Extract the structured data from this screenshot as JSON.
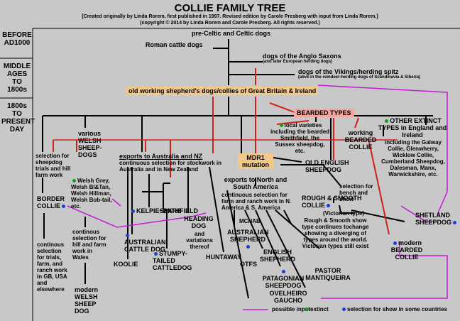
{
  "header": {
    "title": "COLLIE FAMILY TREE",
    "credit_line1": "[Created originally by Linda Rorem, first published in 1997. Revised edition by Carole Presberg with input from Linda Rorem.]",
    "credit_line2": "(copyright © 2014 by Linda Rorem and Carole Presberg. All rights reserved.)"
  },
  "eras": {
    "before": "BEFORE AD1000",
    "middle": "MIDDLE AGES TO 1800s",
    "modern": "1800s TO PRESENT DAY"
  },
  "nodes": {
    "pre_celtic": "pre-Celtic and Celtic dogs",
    "roman": "Roman cattle dogs",
    "anglo_saxon": "dogs of the Anglo Saxons",
    "anglo_saxon_sub": "(and later European herding dogs)",
    "vikings": "dogs of the Vikings/herding spitz",
    "vikings_sub": "(alive in the reindeer-herding dogs of Scandinavia & Siberia)",
    "old_working": "old working shepherd's dogs/collies of Great Britain & Ireland",
    "bearded_types": "BEARDED TYPES",
    "local_varieties": "local varieties including the bearded Smithfield, the Sussex sheepdog, etc.",
    "working_bearded": "working BEARDED COLLIE",
    "other_extinct": "OTHER EXTINCT TYPES in England and Ireland",
    "other_extinct_list": "including the Galway Collie, Glenwherry, Wicklow Collie, Cumberland Sheepdog, Dalesman, Manx, Warwickshire, etc.",
    "selection_trials": "selection for sheepdog trials and hill farm work",
    "border_collie": "BORDER COLLIE",
    "continuous_gb": "continous selection for trials, farm, and ranch work in GB, USA and elsewhere",
    "welsh": "various WELSH SHEEP-DOGS",
    "welsh_list": "Welsh Grey, Welsh Bl&Tan, Welsh Hillman, Welsh Bob-tail, etc.",
    "continuous_wales": "continous selection for hill and farm work in Wales",
    "modern_welsh": "modern WELSH SHEEP DOG",
    "exports_aus": "exports to Australia and NZ",
    "continuous_aus": "continuous selection for stockwork in Australia and in New Zealand",
    "smithfield": "SMITHFIELD",
    "kelpie": "KELPIE~BARB",
    "koolie": "KOOLIE",
    "aus_cattle": "AUSTRALIAN CATTLE DOG",
    "stumpy": "STUMPY-TAILED CATTLEDOG",
    "heading_dog": "HEADING DOG",
    "heading_variations": "and variations thereof",
    "huntaway": "HUNTAWAY",
    "mdr1": "MDR1 mutation",
    "exports_na": "exports to North and South America",
    "continuous_na": "continuous selection for farm and ranch work in N. America & S. America",
    "mcnab": "MCNAB",
    "aus_shepherd": "AUSTRALIAN SHEPHERD",
    "english_shepherd": "ENGLISH SHEPHERD",
    "otfs": "OTFS",
    "patagonian": "PATAGONIAN SHEEPDOG",
    "ovelheiro": "OVELHEIRO GAUCHO",
    "pastor": "PASTOR MANTIQUEIRA",
    "old_english": "OLD ENGLISH SHEEPDOG",
    "selection_bench": "selection for bench and show",
    "rough_smooth": "ROUGH & SMOOTH COLLIE",
    "victorian": "(Victorian type)",
    "rough_smooth_desc": "Rough & Smooth show type continues tochange showing a diverging of types around the world. Victorian types still exist",
    "shetland": "SHETLAND SHEEPDOG",
    "modern_bearded": "modern BEARDED COLLIE"
  },
  "legend": {
    "possible_input": "possible input",
    "extinct": "extinct",
    "selection_show": "selection for show in some countries"
  },
  "colors": {
    "background": "#c8c8c8",
    "line_black": "#000000",
    "line_red": "#d0201c",
    "line_purple": "#c21bd6",
    "box_orange": "#f3c98b",
    "box_pink": "#f2a7a0",
    "dot_extinct": "#1a9a1a",
    "dot_show": "#1a3ed6"
  },
  "icons": {
    "extinct_marker": "green-dot",
    "show_marker": "blue-dot"
  }
}
